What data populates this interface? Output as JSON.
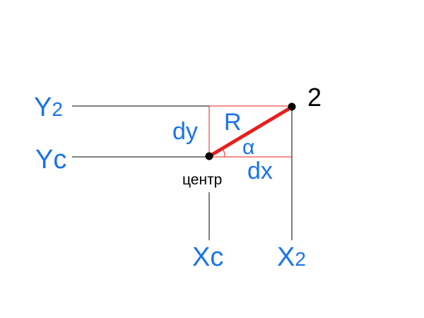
{
  "labels": {
    "y2_main": "Y",
    "y2_sub": "2",
    "yc": "Yc",
    "xc": "Xc",
    "x2_main": "X",
    "x2_sub": "2",
    "point2": "2",
    "center": "центр",
    "dx": "dx",
    "dy": "dy",
    "r": "R",
    "alpha": "α"
  },
  "colors": {
    "label_blue": "#1a73e8",
    "accent_red": "#e8201e",
    "line_black": "#000000"
  }
}
